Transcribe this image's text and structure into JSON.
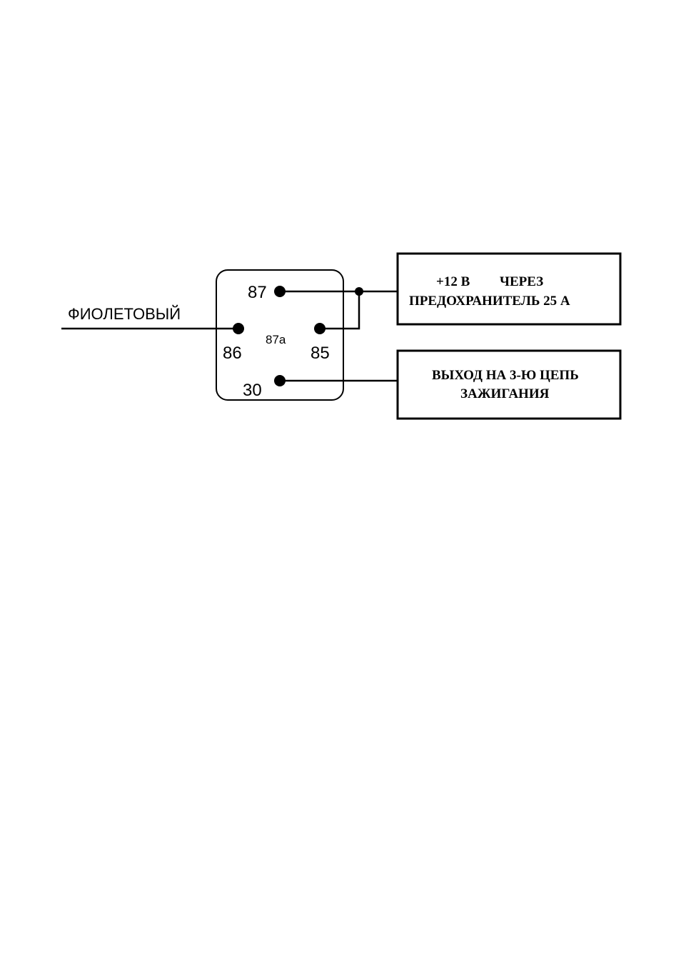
{
  "wire": {
    "color_label": "ФИОЛЕТОВЫЙ"
  },
  "relay": {
    "pin_87": "87",
    "pin_87a": "87a",
    "pin_86": "86",
    "pin_85": "85",
    "pin_30": "30"
  },
  "power_box": {
    "line1_part1": "+12 В",
    "line1_part2": "ЧЕРЕЗ",
    "line2": "ПРЕДОХРАНИТЕЛЬ 25 А"
  },
  "output_box": {
    "line1": "ВЫХОД НА 3-Ю ЦЕПЬ",
    "line2": "ЗАЖИГАНИЯ"
  },
  "colors": {
    "ink": "#000000",
    "background": "#ffffff"
  }
}
